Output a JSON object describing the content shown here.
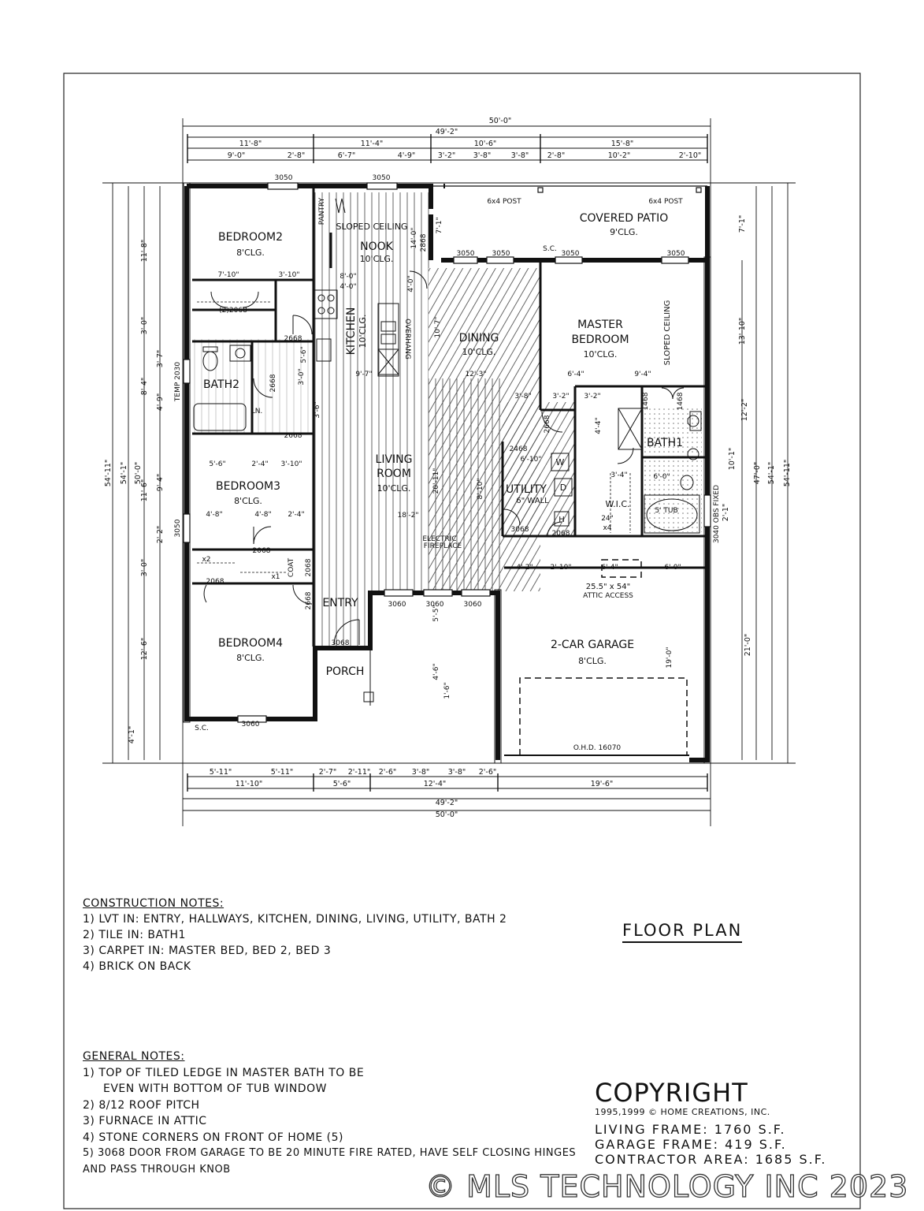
{
  "rooms": [
    {
      "id": "bed2",
      "name": "BEDROOM2",
      "ceiling": "8'CLG."
    },
    {
      "id": "nook",
      "name": "NOOK",
      "ceiling": "10'CLG."
    },
    {
      "id": "kitchen",
      "name": "KITCHEN",
      "ceiling": "10'CLG."
    },
    {
      "id": "dining",
      "name": "DINING",
      "ceiling": "10'CLG."
    },
    {
      "id": "patio",
      "name": "COVERED PATIO",
      "ceiling": "9'CLG."
    },
    {
      "id": "master",
      "name": "MASTER BEDROOM",
      "ceiling": "10'CLG."
    },
    {
      "id": "bath2",
      "name": "BATH2",
      "ceiling": ""
    },
    {
      "id": "bed3",
      "name": "BEDROOM3",
      "ceiling": "8'CLG."
    },
    {
      "id": "living",
      "name": "LIVING ROOM",
      "ceiling": "10'CLG."
    },
    {
      "id": "utility",
      "name": "UTILITY",
      "ceiling": "6\" WALL"
    },
    {
      "id": "bath1",
      "name": "BATH1",
      "ceiling": ""
    },
    {
      "id": "wic",
      "name": "W.I.C.",
      "ceiling": ""
    },
    {
      "id": "bed4",
      "name": "BEDROOM4",
      "ceiling": "8'CLG."
    },
    {
      "id": "entry",
      "name": "ENTRY",
      "ceiling": ""
    },
    {
      "id": "porch",
      "name": "PORCH",
      "ceiling": ""
    },
    {
      "id": "garage",
      "name": "2-CAR GARAGE",
      "ceiling": "8'CLG."
    }
  ],
  "labels": {
    "pantry": "PANTRY",
    "sloped_ceiling": "SLOPED CEILING",
    "overhang": "OVERHANG",
    "post": "6x4 POST",
    "sc": "S.C.",
    "temp": "TEMP 2030",
    "ln": "LN.",
    "coat": "COAT",
    "fireplace": "ELECTRIC FIREPLACE",
    "attic_size": "25.5\" x 54\"",
    "attic": "ATTIC ACCESS",
    "ohd": "O.H.D. 16070",
    "tub": "5' TUB",
    "obs": "3040 OBS FIXED",
    "w": "W",
    "d": "D",
    "h": "H"
  },
  "openings": [
    "3050",
    "3060",
    "2068",
    "2668",
    "2468",
    "1468",
    "3068",
    "(2)2068",
    "2868"
  ],
  "dimensions": {
    "overall_width": "50'-0\"",
    "frame_width": "49'-2\"",
    "overall_depth": "54'-11\"",
    "frame_depth": "54'-1\"",
    "top_row1": [
      "11'-8\"",
      "11'-4\"",
      "10'-6\"",
      "15'-8\""
    ],
    "top_row2": [
      "9'-0\"",
      "2'-8\"",
      "6'-7\"",
      "4'-9\"",
      "3'-2\"",
      "3'-8\"",
      "3'-8\"",
      "2'-8\"",
      "10'-2\"",
      "2'-10\""
    ],
    "bottom_row1": [
      "5'-11\"",
      "5'-11\"",
      "2'-7\"",
      "2'-11\"",
      "2'-6\"",
      "3'-8\"",
      "3'-8\"",
      "2'-6\""
    ],
    "bottom_row2": [
      "11'-10\"",
      "5'-6\"",
      "12'-4\"",
      "19'-6\""
    ],
    "left_col1": [
      "11'-8\"",
      "3'-0\"",
      "8'-4\"",
      "11'-6\"",
      "3'-0\"",
      "12'-6\"",
      "4'-1\""
    ],
    "left_col2": [
      "3'-7\"",
      "4'-9\"",
      "9'-4\"",
      "2'-2\""
    ],
    "left_total": "50'-0\"",
    "right_col1": [
      "7'-1\"",
      "13'-10\"",
      "10'-1\"",
      "21'-0\""
    ],
    "right_col2": [
      "12'-2\"",
      "2'-1\""
    ],
    "right_total": "47'-0\"",
    "interior": [
      "7'-10\"",
      "3'-10\"",
      "8'-0\"",
      "4'-0\"",
      "9'-7\"",
      "12'-3\"",
      "10'-7\"",
      "14'-0\"",
      "4'-0\"",
      "6'-4\"",
      "9'-4\"",
      "3'-8\"",
      "3'-2\"",
      "3'-2\"",
      "4'-4\"",
      "5'-6\"",
      "3'-0\"",
      "3'-6\"",
      "5'-6\"",
      "2'-4\"",
      "3'-10\"",
      "4'-8\"",
      "4'-8\"",
      "2'-4\"",
      "20'-11\"",
      "18'-2\"",
      "8'-10\"",
      "6'-10\"",
      "6'-0\"",
      "3'-4\"",
      "4'-2\"",
      "2'-10\"",
      "6'-4\"",
      "6'-0\"",
      "19'-0\"",
      "5'-5\"",
      "4'-6\"",
      "1'-6\"",
      "7'-1\"",
      "24\"",
      "x2",
      "x1",
      "x4"
    ]
  },
  "construction_notes": {
    "heading": "CONSTRUCTION NOTES:",
    "items": [
      "1) LVT IN: ENTRY, HALLWAYS, KITCHEN, DINING, LIVING, UTILITY, BATH 2",
      "2) TILE IN: BATH1",
      "3) CARPET IN: MASTER BED, BED 2, BED 3",
      "4) BRICK ON BACK"
    ]
  },
  "general_notes": {
    "heading": "GENERAL NOTES:",
    "items": [
      "1) TOP OF TILED LEDGE IN MASTER BATH TO BE",
      "EVEN WITH BOTTOM OF TUB WINDOW",
      "2) 8/12 ROOF PITCH",
      "3) FURNACE IN ATTIC",
      "4) STONE CORNERS ON FRONT OF HOME (5)",
      "5)    3068 DOOR FROM GARAGE TO BE 20 MINUTE FIRE RATED, HAVE SELF CLOSING HINGES",
      "AND PASS THROUGH KNOB"
    ]
  },
  "plan_title": "FLOOR PLAN",
  "copyright": {
    "title": "COPYRIGHT",
    "credit": "1995,1999 © HOME CREATIONS, INC.",
    "living": "LIVING FRAME: 1760 S.F.",
    "garage": "GARAGE FRAME: 419 S.F.",
    "contractor": "CONTRACTOR AREA: 1685 S.F."
  },
  "watermark": "© MLS TECHNOLOGY INC 2023"
}
